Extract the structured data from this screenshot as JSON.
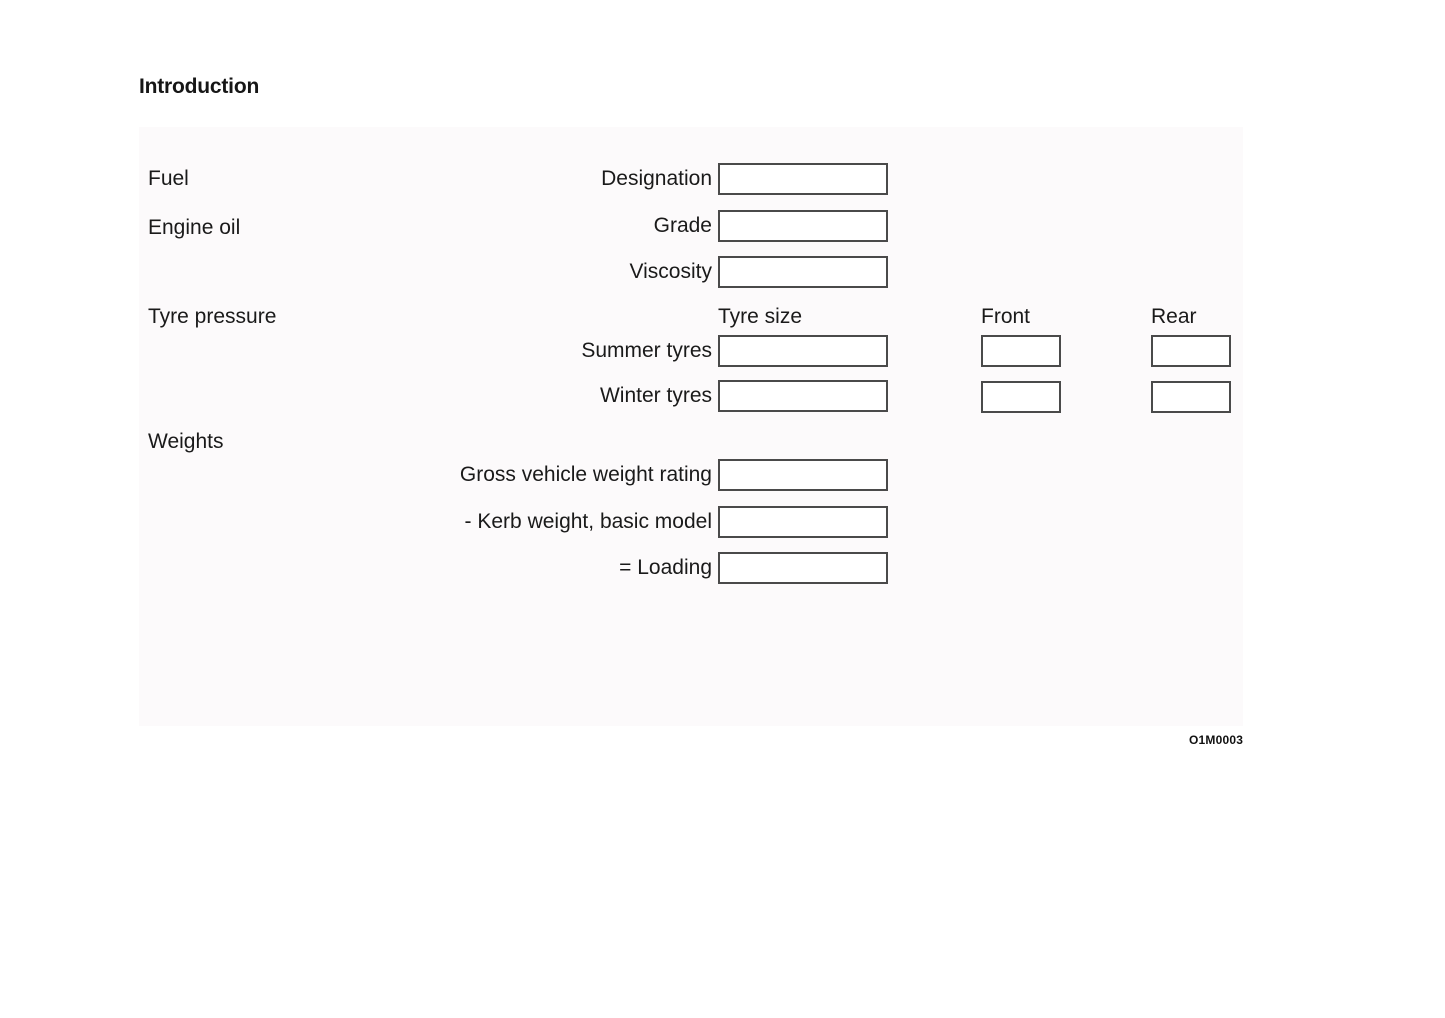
{
  "document": {
    "title": "Introduction",
    "code": "O1M0003"
  },
  "sections": [
    {
      "name": "fuel",
      "label": "Fuel",
      "rows": [
        {
          "name": "designation",
          "label": "Designation",
          "value": ""
        }
      ]
    },
    {
      "name": "engine-oil",
      "label": "Engine oil",
      "rows": [
        {
          "name": "grade",
          "label": "Grade",
          "value": ""
        },
        {
          "name": "viscosity",
          "label": "Viscosity",
          "value": ""
        }
      ]
    },
    {
      "name": "tyre-pressure",
      "label": "Tyre pressure",
      "columns": [
        {
          "name": "tyre-size",
          "label": "Tyre size"
        },
        {
          "name": "front",
          "label": "Front"
        },
        {
          "name": "rear",
          "label": "Rear"
        }
      ],
      "rows": [
        {
          "name": "summer-tyres",
          "label": "Summer tyres",
          "size": "",
          "front": "",
          "rear": ""
        },
        {
          "name": "winter-tyres",
          "label": "Winter tyres",
          "size": "",
          "front": "",
          "rear": ""
        }
      ]
    },
    {
      "name": "weights",
      "label": "Weights",
      "rows": [
        {
          "name": "gross-vehicle-weight-rating",
          "label": "Gross vehicle weight rating",
          "value": ""
        },
        {
          "name": "kerb-weight-basic-model",
          "label": "- Kerb weight, basic model",
          "value": ""
        },
        {
          "name": "loading",
          "label": "= Loading",
          "value": ""
        }
      ]
    }
  ],
  "colors": {
    "panel_background": "#fcfafb",
    "field_border": "#4a4a4a",
    "text": "#1a1a1a",
    "page_background": "#ffffff"
  }
}
